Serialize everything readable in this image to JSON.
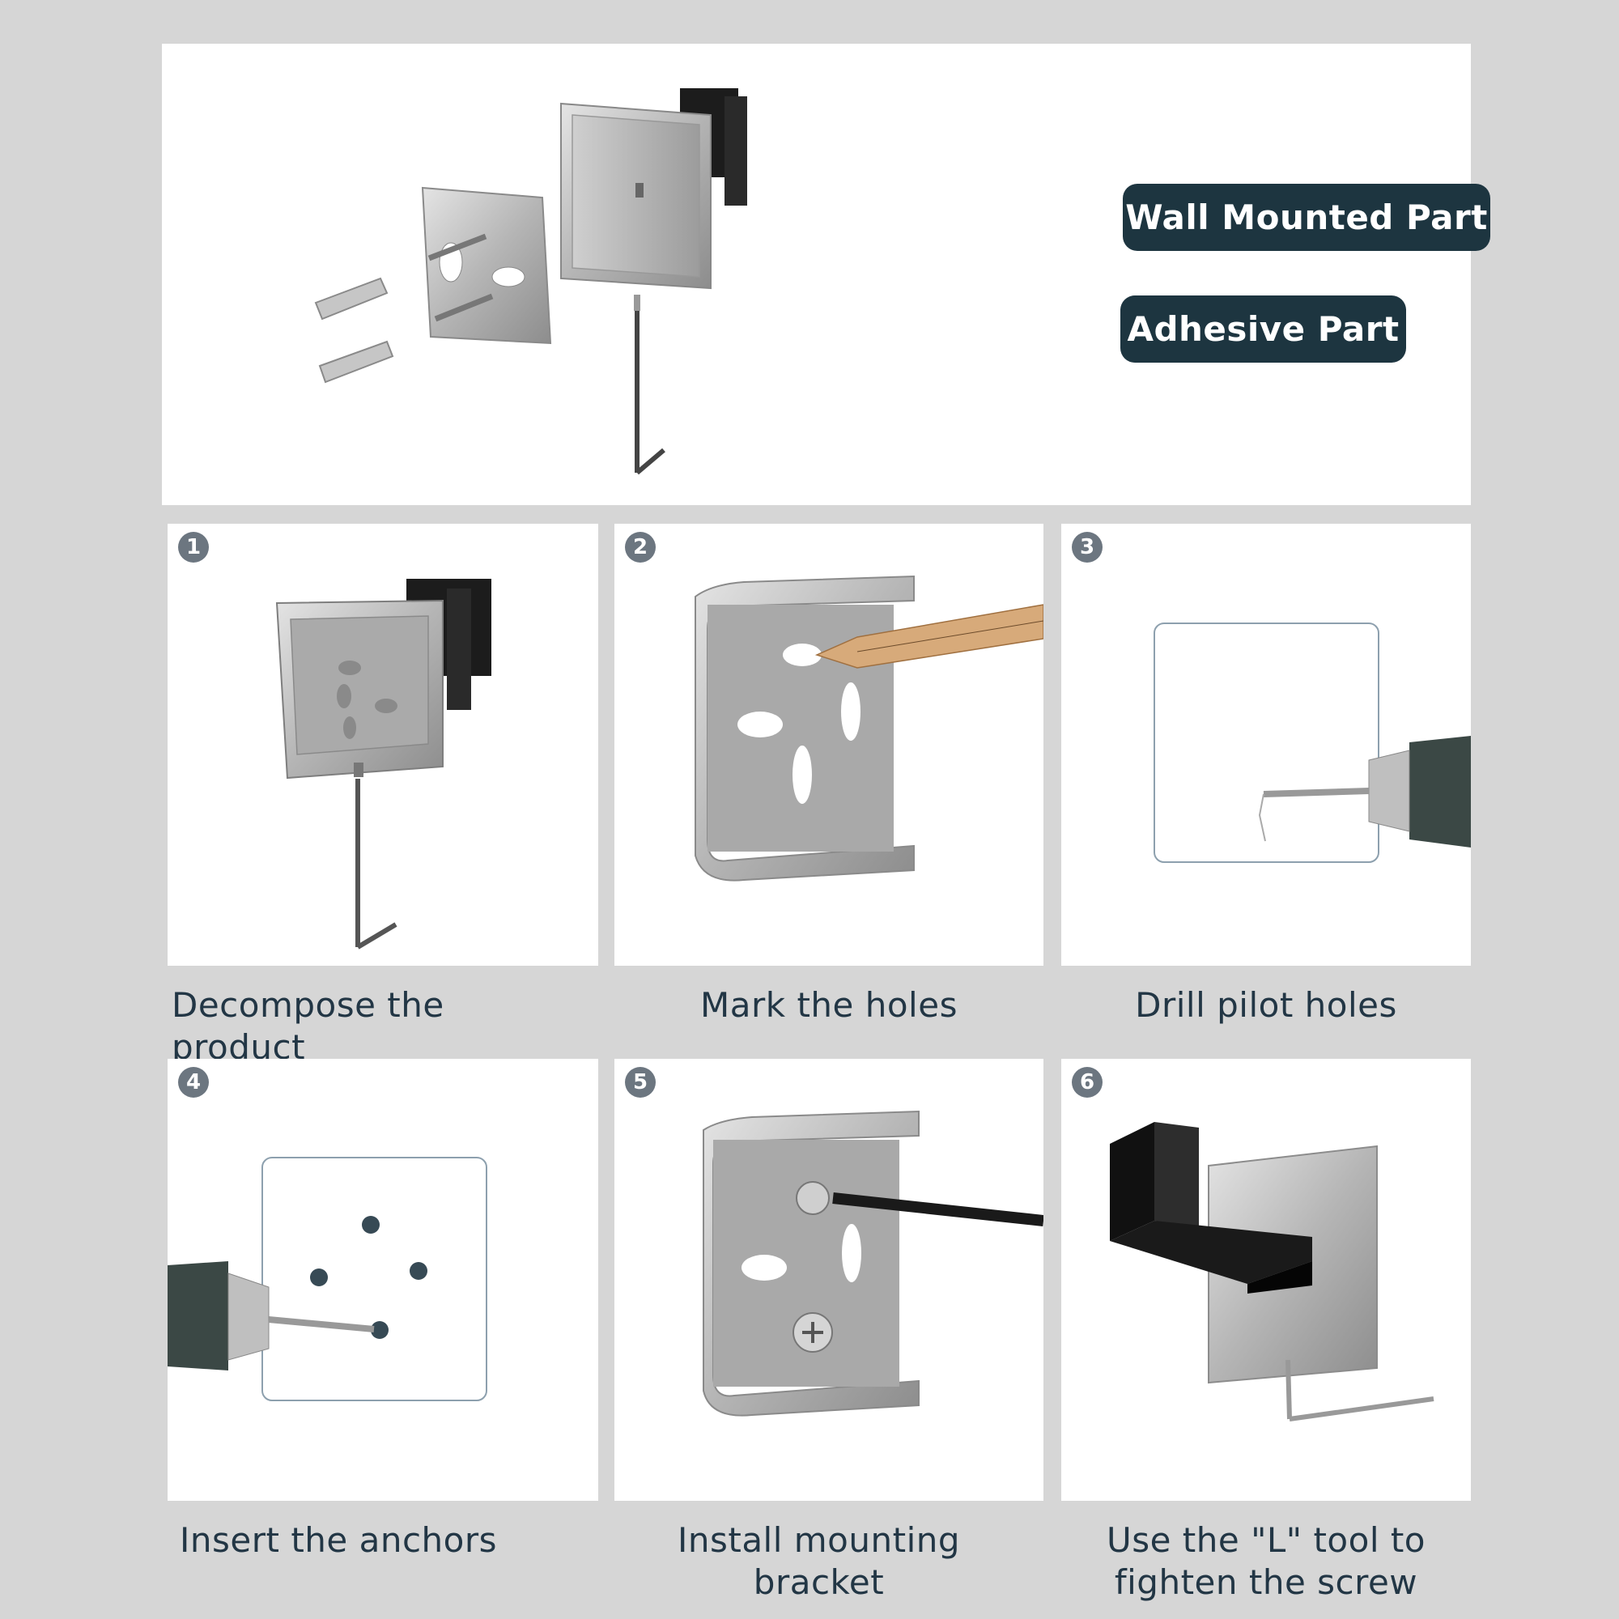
{
  "hero": {
    "badge_wall": "Wall Mounted Part",
    "badge_adhesive": "Adhesive Part"
  },
  "steps": [
    {
      "number": "1",
      "caption": "Decompose the product"
    },
    {
      "number": "2",
      "caption": "Mark the holes"
    },
    {
      "number": "3",
      "caption": "Drill pilot holes"
    },
    {
      "number": "4",
      "caption": "Insert the anchors"
    },
    {
      "number": "5",
      "caption_line1": "Install mounting",
      "caption_line2": "bracket"
    },
    {
      "number": "6",
      "caption_line1": "Use the \"L\"  tool to",
      "caption_line2": "fighten the screw"
    }
  ],
  "colors": {
    "background": "#d6d6d6",
    "badge": "#1d3540",
    "caption_text": "#223645",
    "step_badge": "#6c7680"
  }
}
